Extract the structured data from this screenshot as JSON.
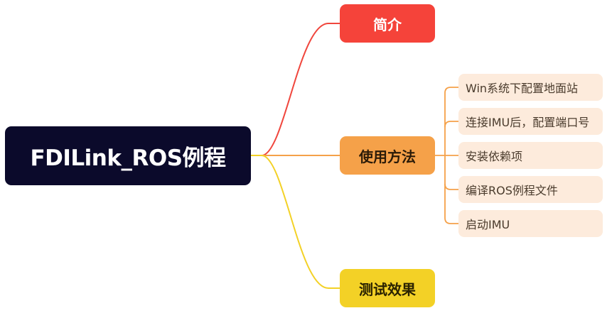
{
  "root": {
    "label": "FDILink_ROS例程"
  },
  "branches": [
    {
      "label": "简介",
      "color": "#f5433a"
    },
    {
      "label": "使用方法",
      "color": "#f5a149",
      "children": [
        {
          "label": "Win系统下配置地面站"
        },
        {
          "label": "连接IMU后，配置端口号"
        },
        {
          "label": "安装依赖项"
        },
        {
          "label": "编译ROS例程文件"
        },
        {
          "label": "启动IMU"
        }
      ]
    },
    {
      "label": "测试效果",
      "color": "#f3d126"
    }
  ]
}
